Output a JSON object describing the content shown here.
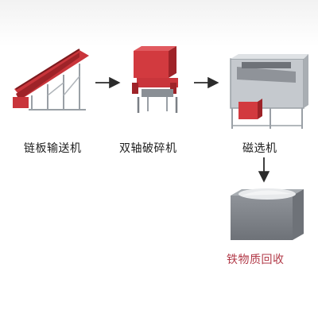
{
  "stages": [
    {
      "id": "conveyor",
      "label": "链板输送机",
      "icon": "chain-conveyor-icon"
    },
    {
      "id": "shredder",
      "label": "双轴破碎机",
      "icon": "double-shaft-shredder-icon"
    },
    {
      "id": "magnet",
      "label": "磁选机",
      "icon": "magnetic-separator-icon"
    },
    {
      "id": "recovery",
      "label": "铁物质回收",
      "icon": "iron-bin-icon"
    }
  ],
  "colors": {
    "machine_red": "#d23a3f",
    "machine_dark_red": "#9e2328",
    "frame_gray": "#9aa0a6",
    "arrow": "#2b2b2b",
    "recovery_text": "#b23a48"
  }
}
